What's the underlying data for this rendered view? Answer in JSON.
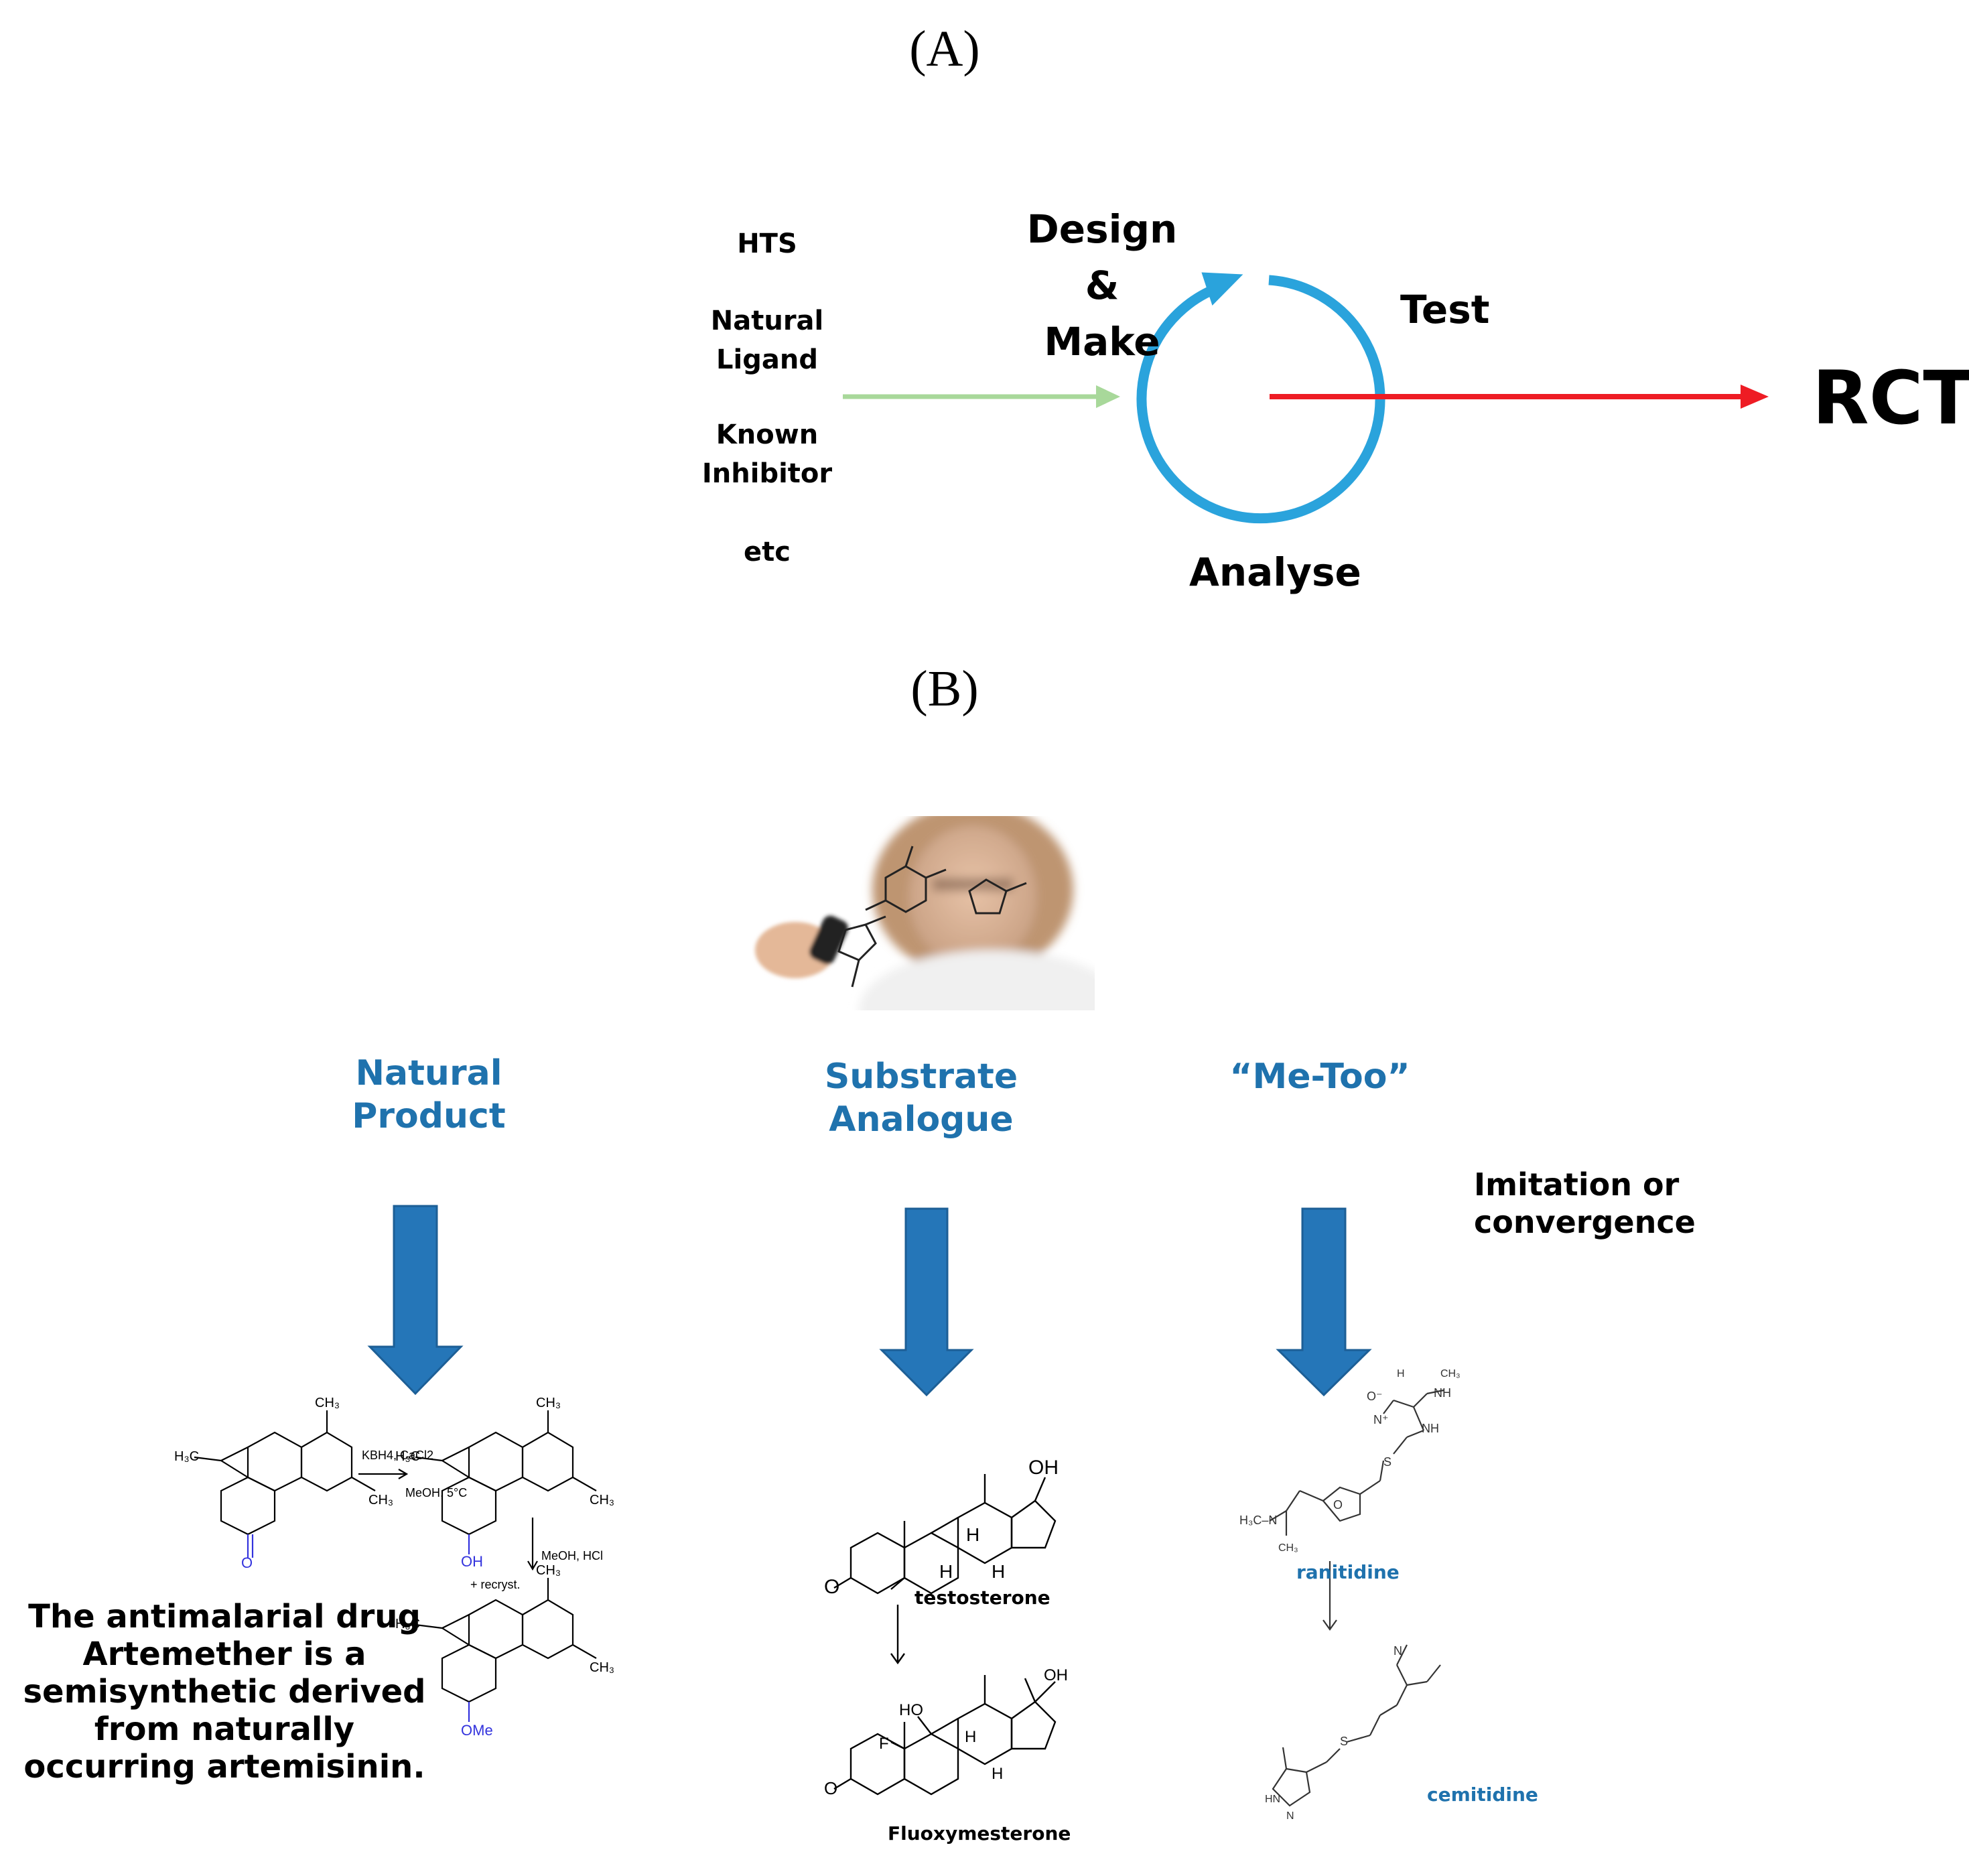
{
  "panels": {
    "a": "(A)",
    "b": "(B)"
  },
  "sources": [
    "HTS",
    "Natural\nLigand",
    "Known\nInhibitor",
    "etc"
  ],
  "cycle": {
    "design": "Design &\nMake",
    "test": "Test",
    "analyse": "Analyse"
  },
  "endpoint": "RCT",
  "strategies": [
    {
      "title": "Natural\nProduct"
    },
    {
      "title": "Substrate\nAnalogue"
    },
    {
      "title": "“Me-Too”"
    }
  ],
  "imitation_note": "Imitation or\nconvergence",
  "artemether_caption": "The antimalarial drug\nArtemether is a\nsemisynthetic derived\nfrom naturally\noccurring artemisinin.",
  "reactions": {
    "step1_reagents": "KBH4, CaCl2",
    "step1_conditions": "MeOH, 5°C",
    "step2_reagents": "MeOH, HCl",
    "step2_conditions": "+ recryst."
  },
  "compounds": {
    "testosterone": "testosterone",
    "fluoxymesterone": "Fluoxymesterone",
    "ranitidine": "ranitidine",
    "cemitidine": "cemitidine"
  },
  "colors": {
    "cycle": "#2aa3dc",
    "input_arrow": "#a8d89a",
    "output_arrow": "#ee1c24",
    "strategy_arrow": "#2576b8",
    "strategy_text": "#1f72ad",
    "compound_label": "#1f72ad",
    "chem_highlight": "#3333dd"
  }
}
